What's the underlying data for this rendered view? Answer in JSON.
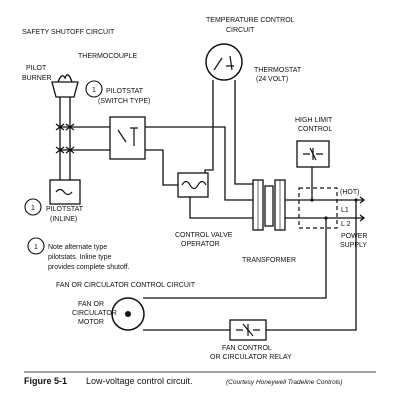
{
  "labels": {
    "safety_shutoff": "SAFETY SHUTOFF CIRCUIT",
    "thermocouple": "THERMOCOUPLE",
    "pilot": "PILOT",
    "burner": "BURNER",
    "temp_control_1": "TEMPERATURE CONTROL",
    "temp_control_2": "CIRCUIT",
    "thermostat_1": "THERMOSTAT",
    "thermostat_2": "(24 VOLT)",
    "pilotstat_switch_1": "PILOTSTAT",
    "pilotstat_switch_2": "(SWITCH TYPE)",
    "high_limit_1": "HIGH LIMIT",
    "high_limit_2": "CONTROL",
    "pilotstat_inline_1": "PILOTSTAT",
    "pilotstat_inline_2": "(INLINE)",
    "hot": "(HOT)",
    "l1": "L1",
    "l2": "L 2",
    "power_1": "POWER",
    "power_2": "SUPPLY",
    "note_1": "Note alternate type",
    "note_2": "pilotstats.  Inline type",
    "note_3": "provides complete shutoff.",
    "cv_op_1": "CONTROL VALVE",
    "cv_op_2": "OPERATOR",
    "transformer": "TRANSFORMER",
    "fan_circuit": "FAN OR CIRCULATOR CONTROL CIRCUIT",
    "fan_motor_1": "FAN OR",
    "fan_motor_2": "CIRCULATOR",
    "fan_motor_3": "MOTOR",
    "fan_relay_1": "FAN CONTROL",
    "fan_relay_2": "OR CIRCULATOR RELAY",
    "marker_1": "1",
    "marker_2": "1",
    "marker_3": "1"
  },
  "caption": {
    "figure": "Figure 5-1",
    "title": "Low-voltage control circuit.",
    "credit": "(Courtesy Honeywell Tradeline Controls)"
  }
}
